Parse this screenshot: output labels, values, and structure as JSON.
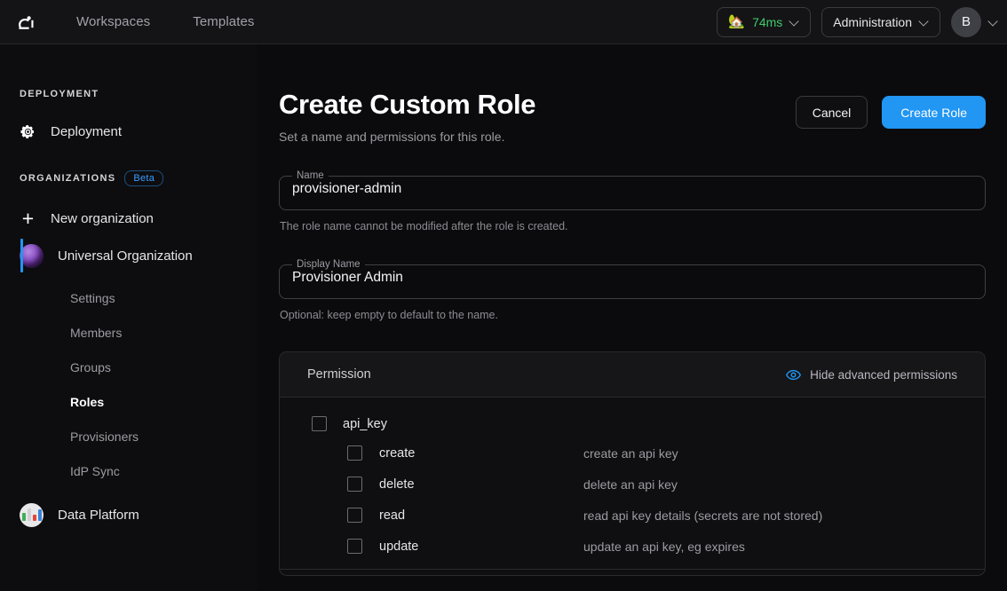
{
  "topnav": {
    "logo_icon": "coder-logo-icon",
    "links": [
      {
        "label": "Workspaces"
      },
      {
        "label": "Templates"
      }
    ],
    "latency": {
      "icon": "house-icon",
      "value": "74ms",
      "color": "#3fcc6b",
      "chevron": "chevron-down-icon"
    },
    "admin_menu": {
      "label": "Administration",
      "chevron": "chevron-down-icon"
    },
    "user": {
      "initial": "B",
      "chevron": "chevron-down-icon"
    }
  },
  "sidebar": {
    "deployment_heading": "DEPLOYMENT",
    "deployment_item": {
      "label": "Deployment",
      "icon": "gear-icon"
    },
    "organizations_heading": "ORGANIZATIONS",
    "organizations_badge": "Beta",
    "new_org": {
      "label": "New organization",
      "icon": "plus-icon"
    },
    "org": {
      "label": "Universal Organization",
      "icon": "planet-avatar-icon",
      "active": true
    },
    "org_children": [
      {
        "label": "Settings",
        "active": false
      },
      {
        "label": "Members",
        "active": false
      },
      {
        "label": "Groups",
        "active": false
      },
      {
        "label": "Roles",
        "active": true
      },
      {
        "label": "Provisioners",
        "active": false
      },
      {
        "label": "IdP Sync",
        "active": false
      }
    ],
    "data_platform": {
      "label": "Data Platform",
      "icon": "bar-chart-icon"
    },
    "accent_color": "#2196f3"
  },
  "main": {
    "title": "Create Custom Role",
    "subtitle": "Set a name and permissions for this role.",
    "cancel_label": "Cancel",
    "create_label": "Create Role",
    "fields": [
      {
        "label": "Name",
        "value": "provisioner-admin",
        "helper": "The role name cannot be modified after the role is created."
      },
      {
        "label": "Display Name",
        "value": "Provisioner Admin",
        "helper": "Optional: keep empty to default to the name."
      }
    ],
    "permissions_panel": {
      "heading": "Permission",
      "toggle_label": "Hide advanced permissions",
      "toggle_icon": "eye-icon",
      "toggle_color": "#2196f3",
      "groups": [
        {
          "name": "api_key",
          "checked": false,
          "items": [
            {
              "name": "create",
              "description": "create an api key",
              "checked": false
            },
            {
              "name": "delete",
              "description": "delete an api key",
              "checked": false
            },
            {
              "name": "read",
              "description": "read api key details (secrets are not stored)",
              "checked": false
            },
            {
              "name": "update",
              "description": "update an api key, eg expires",
              "checked": false
            }
          ]
        }
      ]
    }
  }
}
